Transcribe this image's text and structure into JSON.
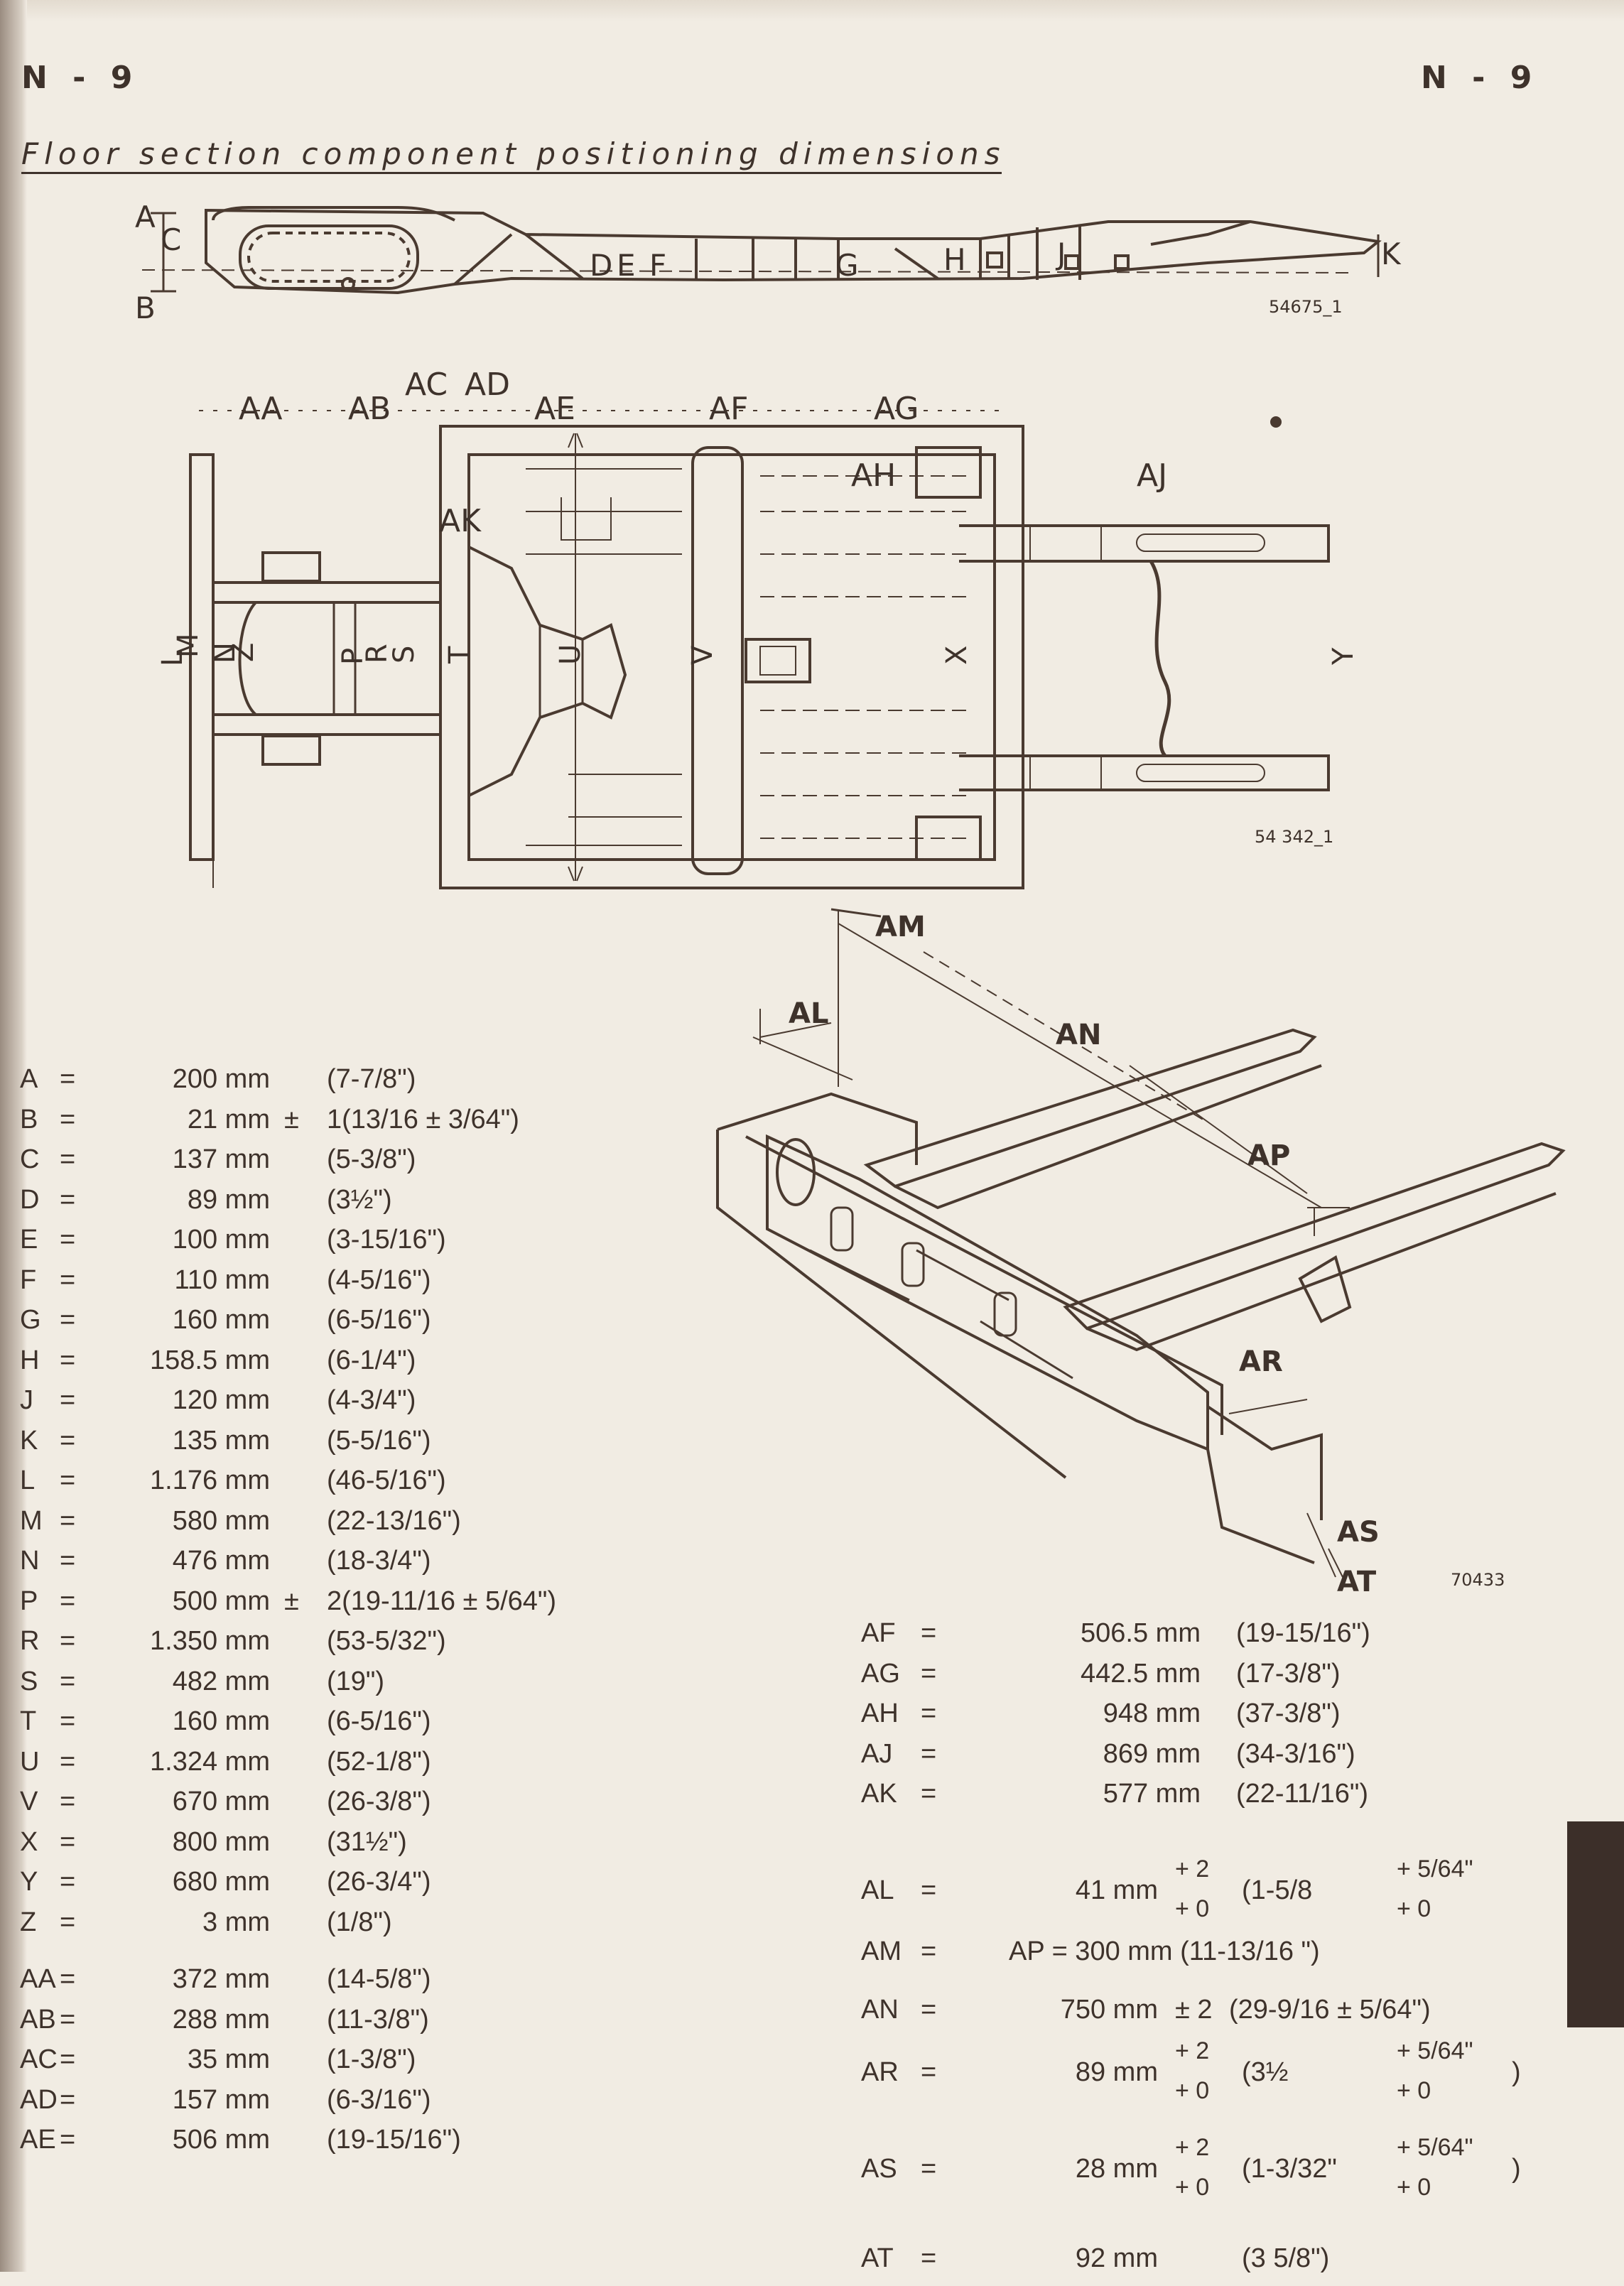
{
  "page": {
    "number_left": "N - 9",
    "number_right": "N - 9",
    "title": "Floor section component positioning dimensions"
  },
  "figures": {
    "side_view": {
      "ref": "54675_1",
      "labels": [
        "A",
        "B",
        "C",
        "D",
        "E",
        "F",
        "G",
        "H",
        "J",
        "K"
      ]
    },
    "plan_view": {
      "ref": "54 342_1",
      "labels": [
        "AA",
        "AB",
        "AC",
        "AD",
        "AE",
        "AF",
        "AG",
        "AH",
        "AJ",
        "AK",
        "L",
        "M",
        "N",
        "P",
        "R",
        "S",
        "T",
        "U",
        "V",
        "X",
        "Y"
      ]
    },
    "perspective_view": {
      "ref": "70433",
      "labels": [
        "AL",
        "AM",
        "AN",
        "AP",
        "AR",
        "AS",
        "AT"
      ]
    }
  },
  "dimensions_left": [
    {
      "key": "A",
      "eq": "=",
      "value": "200 mm",
      "inch": "(7-7/8\")"
    },
    {
      "key": "B",
      "eq": "=",
      "value": "21 mm",
      "inch": "1(13/16 ± 3/64\")",
      "tol": "±"
    },
    {
      "key": "C",
      "eq": "=",
      "value": "137 mm",
      "inch": "(5-3/8\")"
    },
    {
      "key": "D",
      "eq": "=",
      "value": "89 mm",
      "inch": "(3½\")"
    },
    {
      "key": "E",
      "eq": "=",
      "value": "100 mm",
      "inch": "(3-15/16\")"
    },
    {
      "key": "F",
      "eq": "=",
      "value": "110 mm",
      "inch": "(4-5/16\")"
    },
    {
      "key": "G",
      "eq": "=",
      "value": "160 mm",
      "inch": "(6-5/16\")"
    },
    {
      "key": "H",
      "eq": "=",
      "value": "158.5 mm",
      "inch": "(6-1/4\")"
    },
    {
      "key": "J",
      "eq": "=",
      "value": "120 mm",
      "inch": "(4-3/4\")"
    },
    {
      "key": "K",
      "eq": "=",
      "value": "135 mm",
      "inch": "(5-5/16\")"
    },
    {
      "key": "L",
      "eq": "=",
      "value": "1.176 mm",
      "inch": "(46-5/16\")"
    },
    {
      "key": "M",
      "eq": "=",
      "value": "580 mm",
      "inch": "(22-13/16\")"
    },
    {
      "key": "N",
      "eq": "=",
      "value": "476 mm",
      "inch": "(18-3/4\")"
    },
    {
      "key": "P",
      "eq": "=",
      "value": "500 mm",
      "inch": "2(19-11/16 ± 5/64\")",
      "tol": "±"
    },
    {
      "key": "R",
      "eq": "=",
      "value": "1.350 mm",
      "inch": "(53-5/32\")"
    },
    {
      "key": "S",
      "eq": "=",
      "value": "482 mm",
      "inch": "(19\")"
    },
    {
      "key": "T",
      "eq": "=",
      "value": "160 mm",
      "inch": "(6-5/16\")"
    },
    {
      "key": "U",
      "eq": "=",
      "value": "1.324 mm",
      "inch": "(52-1/8\")"
    },
    {
      "key": "V",
      "eq": "=",
      "value": "670 mm",
      "inch": "(26-3/8\")"
    },
    {
      "key": "X",
      "eq": "=",
      "value": "800 mm",
      "inch": "(31½\")"
    },
    {
      "key": "Y",
      "eq": "=",
      "value": "680 mm",
      "inch": "(26-3/4\")"
    },
    {
      "key": "Z",
      "eq": "=",
      "value": "3 mm",
      "inch": "(1/8\")"
    },
    {
      "key": "AA",
      "eq": "=",
      "value": "372 mm",
      "inch": "(14-5/8\")"
    },
    {
      "key": "AB",
      "eq": "=",
      "value": "288 mm",
      "inch": "(11-3/8\")"
    },
    {
      "key": "AC",
      "eq": "=",
      "value": "35 mm",
      "inch": "(1-3/8\")"
    },
    {
      "key": "AD",
      "eq": "=",
      "value": "157 mm",
      "inch": "(6-3/16\")"
    },
    {
      "key": "AE",
      "eq": "=",
      "value": "506 mm",
      "inch": "(19-15/16\")"
    }
  ],
  "dimensions_right": [
    {
      "key": "AF",
      "eq": "=",
      "value": "506.5 mm",
      "inch": "(19-15/16\")"
    },
    {
      "key": "AG",
      "eq": "=",
      "value": "442.5 mm",
      "inch": "(17-3/8\")"
    },
    {
      "key": "AH",
      "eq": "=",
      "value": "948 mm",
      "inch": "(37-3/8\")"
    },
    {
      "key": "AJ",
      "eq": "=",
      "value": "869 mm",
      "inch": "(34-3/16\")"
    },
    {
      "key": "AK",
      "eq": "=",
      "value": "577 mm",
      "inch": "(22-11/16\")"
    }
  ],
  "dimensions_tolerance": [
    {
      "key": "AL",
      "eq": "=",
      "value": "41 mm",
      "tol_mm_top": "+ 2",
      "tol_mm_bot": "+ 0",
      "inch": "(1-5/8",
      "tol_in_top": "+ 5/64\"",
      "tol_in_bot": "+ 0"
    },
    {
      "key": "AM",
      "eq": "=",
      "value": "AP = 300 mm (11-13/16 \")"
    },
    {
      "key": "AN",
      "eq": "=",
      "value": "750 mm",
      "tol_mm": "± 2",
      "inch": "(29-9/16 ± 5/64\")"
    },
    {
      "key": "AR",
      "eq": "=",
      "value": "89 mm",
      "tol_mm_top": "+ 2",
      "tol_mm_bot": "+ 0",
      "inch": "(3½",
      "tol_in_top": "+ 5/64\"",
      "tol_in_bot": "+ 0",
      "close": ")"
    },
    {
      "key": "AS",
      "eq": "=",
      "value": "28 mm",
      "tol_mm_top": "+ 2",
      "tol_mm_bot": "+ 0",
      "inch": "(1-3/32\"",
      "tol_in_top": "+ 5/64\"",
      "tol_in_bot": "+ 0",
      "close": ")"
    },
    {
      "key": "AT",
      "eq": "=",
      "value": "92 mm",
      "inch": "(3 5/8\")"
    }
  ]
}
